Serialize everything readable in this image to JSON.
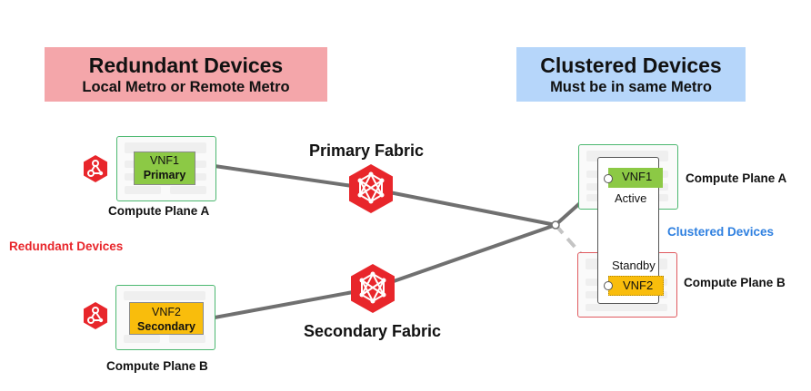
{
  "banners": {
    "redundant": {
      "title": "Redundant Devices",
      "subtitle": "Local Metro or Remote Metro",
      "color": "#f4a6aa"
    },
    "clustered": {
      "title": "Clustered Devices",
      "subtitle": "Must be in same Metro",
      "color": "#b6d6fa"
    }
  },
  "left": {
    "side_label": "Redundant Devices",
    "side_label_color": "#e8262b",
    "device_a": {
      "vnf": "VNF1",
      "role": "Primary",
      "plane": "Compute Plane A",
      "color": "#8cc945",
      "icon": "network-hub-icon"
    },
    "device_b": {
      "vnf": "VNF2",
      "role": "Secondary",
      "plane": "Compute Plane B",
      "color": "#f9bd0c",
      "icon": "network-hub-icon"
    }
  },
  "fabrics": {
    "primary": {
      "label": "Primary Fabric",
      "icon": "mesh-network-icon"
    },
    "secondary": {
      "label": "Secondary Fabric",
      "icon": "mesh-network-icon"
    },
    "icon_color": "#e8262b"
  },
  "right": {
    "cluster_label": "Clustered Devices",
    "cluster_label_color": "#2f80e0",
    "plane_a": "Compute Plane A",
    "plane_b": "Compute Plane B",
    "vnf_active": {
      "vnf": "VNF1",
      "status": "Active",
      "color": "#8cc945"
    },
    "vnf_standby": {
      "vnf": "VNF2",
      "status": "Standby",
      "color": "#f9bd0c"
    }
  }
}
